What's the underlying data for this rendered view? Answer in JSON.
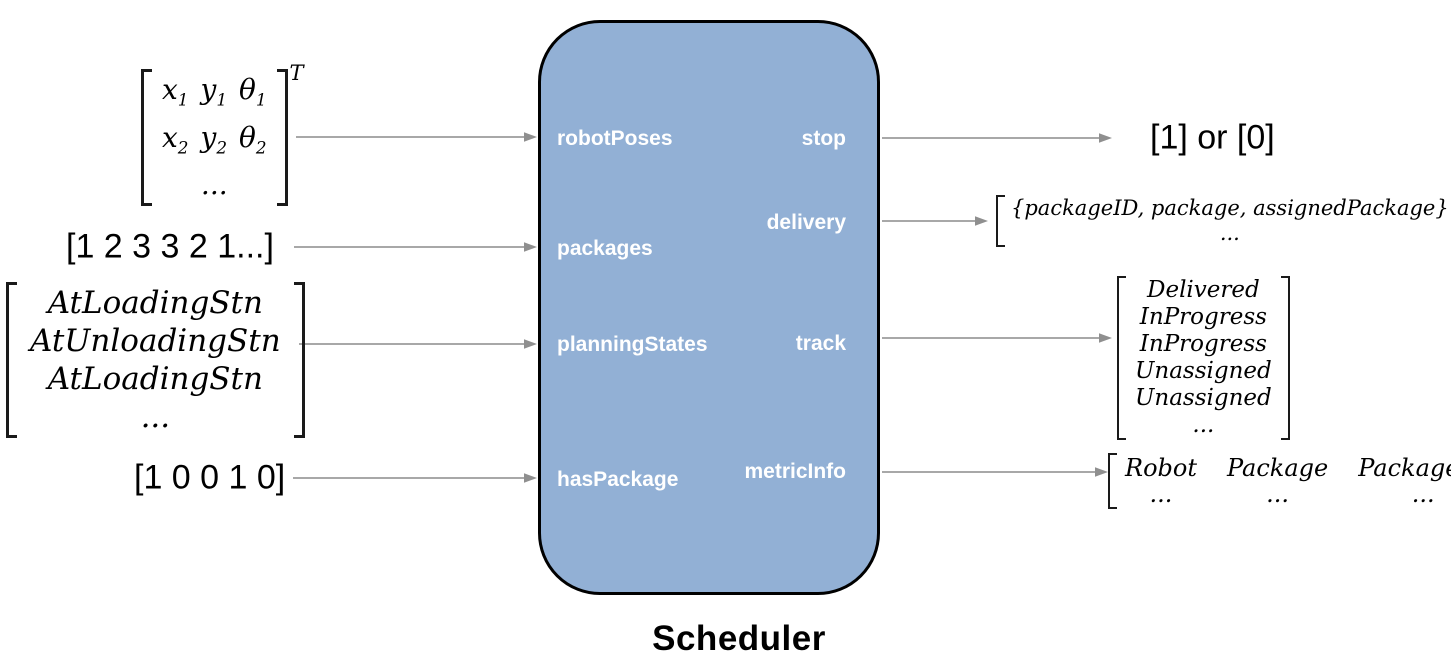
{
  "block": {
    "title": "Scheduler",
    "fill_color": "#92b0d5",
    "border_color": "#000000",
    "input_ports": [
      "robotPoses",
      "packages",
      "planningStates",
      "hasPackage"
    ],
    "output_ports": [
      "stop",
      "delivery",
      "track",
      "metricInfo"
    ]
  },
  "inputs": {
    "robot_poses": {
      "rows": [
        {
          "xb": "x",
          "xs": "1",
          "yb": "y",
          "ys": "1",
          "tb": "θ",
          "ts": "1"
        },
        {
          "xb": "x",
          "xs": "2",
          "yb": "y",
          "ys": "2",
          "tb": "θ",
          "ts": "2"
        }
      ],
      "ellipsis": "...",
      "transpose": "T"
    },
    "packages": {
      "text": "[1 2 3 3 2 1...]"
    },
    "planning_states": {
      "rows": [
        "AtLoadingStn",
        "AtUnloadingStn",
        "AtLoadingStn"
      ],
      "ellipsis": "..."
    },
    "has_package": {
      "text": "[1 0 0 1 0]"
    }
  },
  "outputs": {
    "stop": {
      "text": "[1] or [0]"
    },
    "delivery": {
      "row": "{packageID, package, assignedPackage}",
      "ellipsis": "..."
    },
    "track": {
      "rows": [
        "Delivered",
        "InProgress",
        "InProgress",
        "Unassigned",
        "Unassigned"
      ],
      "ellipsis": "..."
    },
    "metric_info": {
      "columns": [
        {
          "header": "Robot",
          "ellipsis": "..."
        },
        {
          "header": "Package",
          "ellipsis": "..."
        },
        {
          "header": "PackageID",
          "ellipsis": "..."
        }
      ]
    }
  },
  "colors": {
    "arrow": "#9c9c9c"
  }
}
